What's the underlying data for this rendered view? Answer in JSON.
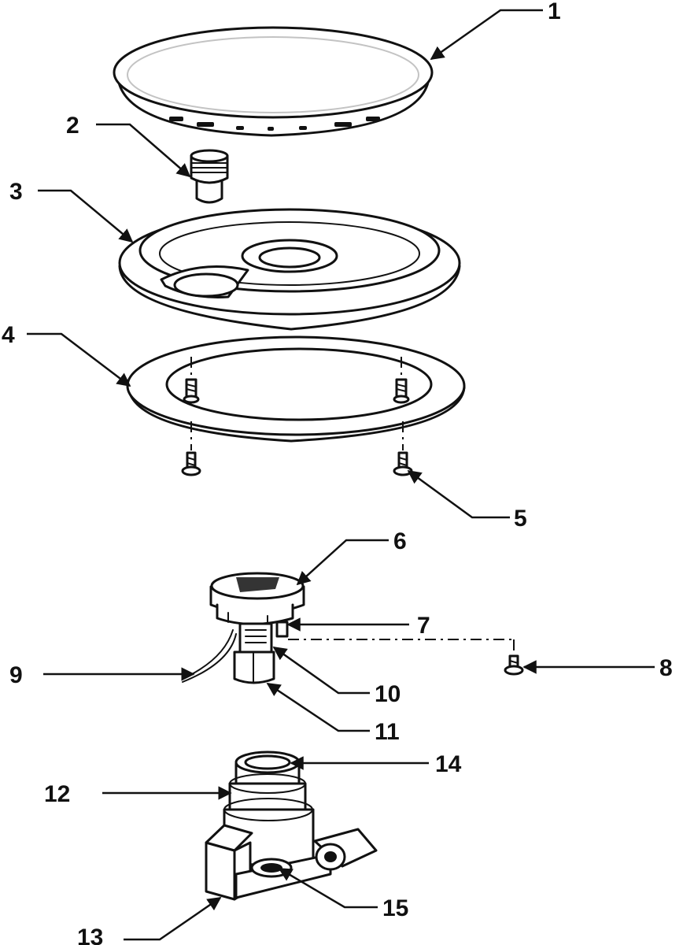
{
  "callouts": {
    "c1": "1",
    "c2": "2",
    "c3": "3",
    "c4": "4",
    "c5": "5",
    "c6": "6",
    "c7": "7",
    "c8": "8",
    "c9": "9",
    "c10": "10",
    "c11": "11",
    "c12": "12",
    "c13": "13",
    "c14": "14",
    "c15": "15"
  },
  "colors": {
    "ink": "#111111",
    "paper": "#ffffff"
  }
}
